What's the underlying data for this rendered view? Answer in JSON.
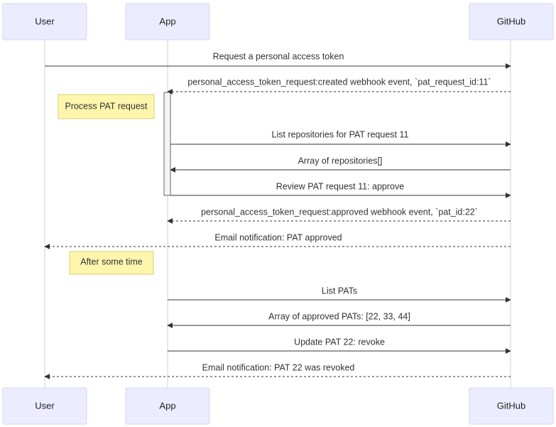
{
  "actors": [
    {
      "id": "user",
      "label": "User"
    },
    {
      "id": "app",
      "label": "App"
    },
    {
      "id": "github",
      "label": "GitHub"
    }
  ],
  "notes": [
    {
      "text": "Process PAT request"
    },
    {
      "text": "After some time"
    }
  ],
  "messages": [
    {
      "from": "user",
      "to": "github",
      "style": "solid",
      "text": "Request a personal access token"
    },
    {
      "from": "github",
      "to": "app",
      "style": "dashed",
      "text": "personal_access_token_request:created webhook event, `pat_request_id:11`"
    },
    {
      "from": "app",
      "to": "github",
      "style": "solid",
      "text": "List repositories for PAT request 11"
    },
    {
      "from": "github",
      "to": "app",
      "style": "solid",
      "text": "Array of repositories[]"
    },
    {
      "from": "app",
      "to": "github",
      "style": "solid",
      "text": "Review PAT request 11: approve"
    },
    {
      "from": "github",
      "to": "app",
      "style": "dashed",
      "text": "personal_access_token_request:approved webhook event, `pat_id:22`"
    },
    {
      "from": "github",
      "to": "user",
      "style": "dashed",
      "text": "Email notification: PAT approved"
    },
    {
      "from": "app",
      "to": "github",
      "style": "solid",
      "text": "List PATs"
    },
    {
      "from": "github",
      "to": "app",
      "style": "solid",
      "text": "Array of approved PATs: [22, 33, 44]"
    },
    {
      "from": "app",
      "to": "github",
      "style": "solid",
      "text": "Update PAT 22: revoke"
    },
    {
      "from": "github",
      "to": "user",
      "style": "dashed",
      "text": "Email notification: PAT 22 was revoked"
    }
  ],
  "colors": {
    "actor_fill": "#ECECFF",
    "actor_border": "#D4D4F2",
    "note_fill": "#FFF5AD",
    "note_border": "#D7CF7A",
    "line": "#333333"
  }
}
